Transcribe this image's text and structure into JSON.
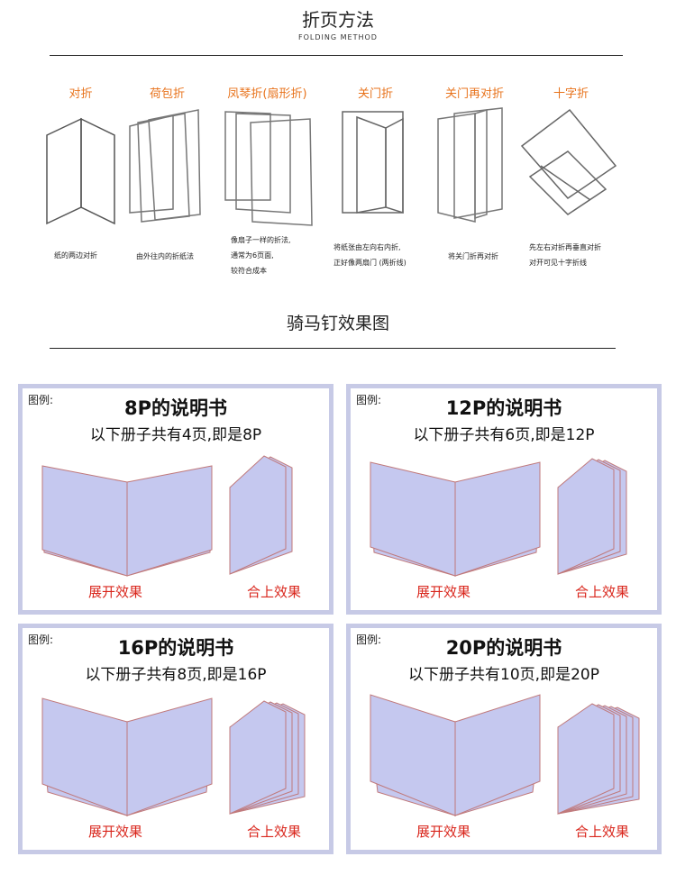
{
  "header": {
    "title": "折页方法",
    "subtitle": "FOLDING METHOD"
  },
  "folds": [
    {
      "label": "对折",
      "desc": "纸的两边对折"
    },
    {
      "label": "荷包折",
      "desc": "由外往内的折纸法"
    },
    {
      "label": "凤琴折(扇形折)",
      "desc": "像扇子一样的折法,\n通常为6页面,\n较符合成本"
    },
    {
      "label": "关门折",
      "desc": "将纸张由左向右内折,\n正好像两扇门 (两折线)"
    },
    {
      "label": "关门再对折",
      "desc": "将关门折再对折"
    },
    {
      "label": "十字折",
      "desc": "先左右对折再垂直对折\n对开可见十字折线"
    }
  ],
  "section": {
    "title": "骑马钉效果图"
  },
  "colors": {
    "accent": "#e8731c",
    "panel_border": "#c7cae6",
    "page_fill": "#c5c8ef",
    "page_stroke": "#c0797b",
    "label_red": "#d9261c"
  },
  "panels": [
    {
      "example": "图例:",
      "title": "8P的说明书",
      "subtitle": "以下册子共有4页,即是8P",
      "open_label": "展开效果",
      "closed_label": "合上效果",
      "leaves": 2
    },
    {
      "example": "图例:",
      "title": "12P的说明书",
      "subtitle": "以下册子共有6页,即是12P",
      "open_label": "展开效果",
      "closed_label": "合上效果",
      "leaves": 3
    },
    {
      "example": "图例:",
      "title": "16P的说明书",
      "subtitle": "以下册子共有8页,即是16P",
      "open_label": "展开效果",
      "closed_label": "合上效果",
      "leaves": 4
    },
    {
      "example": "图例:",
      "title": "20P的说明书",
      "subtitle": "以下册子共有10页,即是20P",
      "open_label": "展开效果",
      "closed_label": "合上效果",
      "leaves": 5
    }
  ]
}
